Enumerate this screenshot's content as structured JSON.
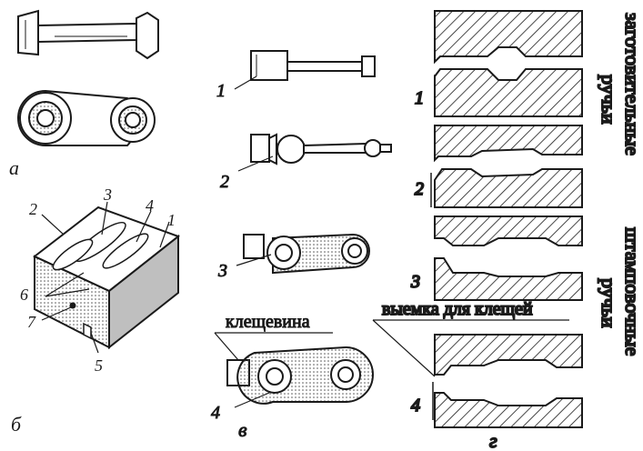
{
  "panels": {
    "a": {
      "letter": "а"
    },
    "b": {
      "letter": "б",
      "callouts": [
        "1",
        "2",
        "3",
        "4",
        "5",
        "6",
        "7"
      ]
    },
    "v": {
      "letter": "в",
      "steps": [
        "1",
        "2",
        "3",
        "4"
      ],
      "tongs_label": "клещевина"
    },
    "g": {
      "letter": "г",
      "impressions": [
        "1",
        "2",
        "3",
        "4"
      ],
      "tongs_notch_label": "выемка для клещей",
      "group_preforming": [
        "заготовительные",
        "ручьи"
      ],
      "group_finishing": [
        "штамповочные",
        "ручьи"
      ]
    }
  },
  "colors": {
    "ink": "#1a1a1a",
    "paper": "#ffffff",
    "shade": "#8a8a8a"
  }
}
